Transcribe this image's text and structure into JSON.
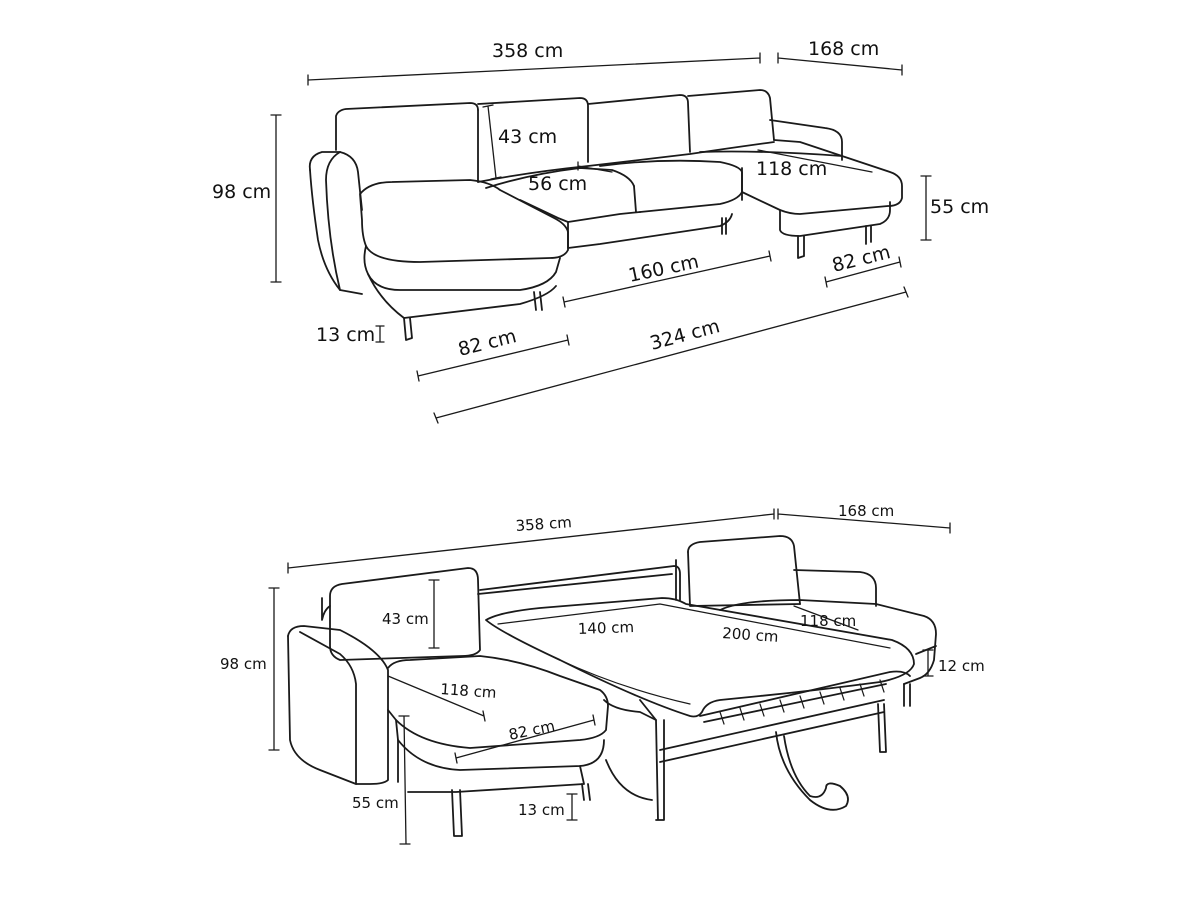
{
  "diagram_top": {
    "total_width": "358 cm",
    "chaise_depth": "168 cm",
    "height": "98 cm",
    "back_height": "43 cm",
    "seat_depth": "56 cm",
    "chaise_length": "118 cm",
    "seat_height": "55 cm",
    "middle_width": "160 cm",
    "chaise_width_right": "82 cm",
    "leg_height": "13 cm",
    "chaise_width_left": "82 cm",
    "front_length": "324 cm"
  },
  "diagram_bottom": {
    "total_width": "358 cm",
    "chaise_depth": "168 cm",
    "height": "98 cm",
    "back_height": "43 cm",
    "mattress_width": "140 cm",
    "mattress_length": "200 cm",
    "chaise_length_right": "118 cm",
    "mattress_thickness": "12 cm",
    "chaise_length_left": "118 cm",
    "chaise_width": "82 cm",
    "seat_height": "55 cm",
    "leg_height": "13 cm"
  }
}
